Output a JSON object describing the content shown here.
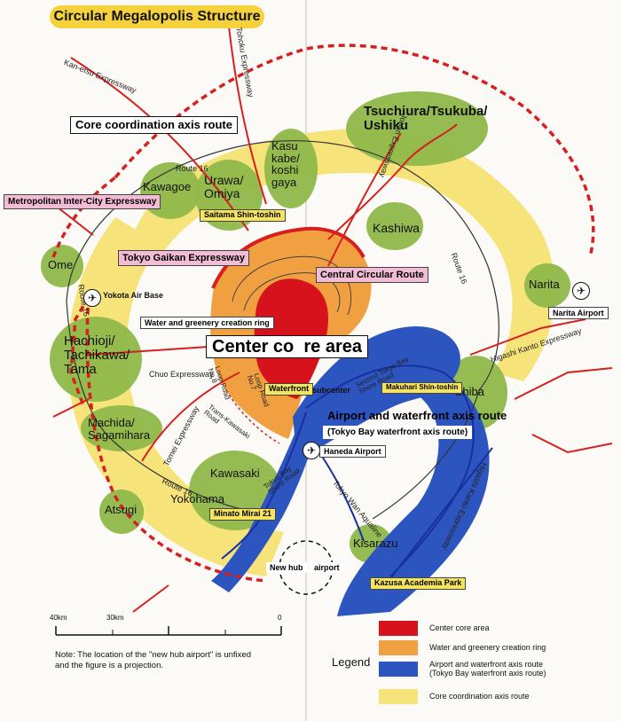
{
  "title": "Circular Megalopolis Structure",
  "colors": {
    "center_core": "#d6131c",
    "water_greenery": "#f0a040",
    "airport_waterfront": "#2d55c0",
    "core_coordination": "#f6e37a",
    "green_area": "#8fb84a"
  },
  "areas": {
    "tsuchiura": "Tsuchiura/Tsukuba/\nUshiku",
    "kasukabe": "Kasu\nkabe/\nkoshi\ngaya",
    "kawagoe": "Kawagoe",
    "urawa": "Urawa/\nOmiya",
    "kashiwa": "Kashiwa",
    "ome": "Ome",
    "narita": "Narita",
    "hachioji": "Hachioji/\nTachikawa/\nTama",
    "chiba": "Chiba",
    "machida": "Machida/\nSagamihara",
    "kawasaki": "Kawasaki",
    "yokohama": "Yokohama",
    "atsugi": "Atsugi",
    "kisarazu": "Kisarazu"
  },
  "roads": {
    "kanetsu": "Kan-etsu Expressway",
    "tohoku": "Tohoku Expressway",
    "joban": "Joban Expressway",
    "route16_n": "Route 16",
    "route16_w": "Route 16",
    "route16_e": "Route 16",
    "route16_s": "Route 16",
    "chuo": "Chuo Expressway",
    "tomei": "Tomei Expressway",
    "higashi_kanto": "Higashi Kanto Expressway",
    "higashi_kanto_s": "Higashi Kanto Expressway",
    "loop8": "Loop Road\nNo.8",
    "loop7": "Loop Road\nNo.7",
    "trans_kawasaki": "Trans-Kawasaki\nRoad",
    "bay_shore_n": "Second Tokyo Bay\nShore Road",
    "bay_shore_s": "Tokyo Bay\nShore Road",
    "aqualine": "Tokyo Wan Aqualine"
  },
  "boxes": {
    "core_axis": "Core coordination axis route",
    "center_core": "Center co  re area",
    "airport_axis": "Airport and waterfront axis route",
    "airport_axis_sub": "(Tokyo Bay waterfront axis route)"
  },
  "pink_labels": {
    "metropolitan": "Metropolitan Inter-City Expressway",
    "gaikan": "Tokyo Gaikan Expressway",
    "central_circular": "Central Circular Route"
  },
  "yellow_labels": {
    "saitama": "Saitama Shin-toshin",
    "waterfront": "Waterfront",
    "makuhari": "Makuhari Shin-toshin",
    "minato": "Minato Mirai 21",
    "kazusa": "Kazusa Academia Park"
  },
  "plain_labels": {
    "subcenter": "subcenter",
    "water_ring": "Water and greenery creation ring"
  },
  "airports": {
    "yokota": "Yokota Air Base",
    "narita": "Narita Airport",
    "haneda": "Haneda Airport",
    "new_hub_a": "New hub",
    "new_hub_b": "airport"
  },
  "plane_glyph": "✈",
  "scale": {
    "labels": [
      "40km",
      "30km",
      "0"
    ]
  },
  "note": "Note: The location of the \"new hub airport\" is unfixed\nand the figure is a projection.",
  "legend": {
    "title": "Legend",
    "items": [
      {
        "label": "Center core area"
      },
      {
        "label": "Water and greenery creation ring"
      },
      {
        "label": "Airport and waterfront axis route\n(Tokyo Bay waterfront axis route)"
      },
      {
        "label": "Core coordination axis route"
      }
    ]
  }
}
